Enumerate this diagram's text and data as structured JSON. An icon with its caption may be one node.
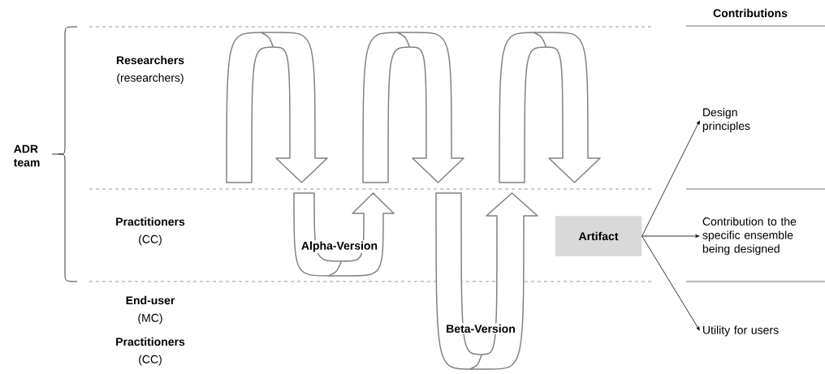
{
  "diagram": {
    "nodes": [
      {
        "text": [
          "Artifact"
        ]
      },
      {
        "text": [
          "Design principles"
        ]
      },
      {
        "text": [
          "Contribution to the specific ensemble being designed"
        ]
      },
      {
        "text": [
          "Utility for users"
        ]
      }
    ],
    "edges": [
      {
        "from": 0,
        "to": 1,
        "arrow": "to"
      },
      {
        "from": 0,
        "to": 2,
        "arrow": "to"
      },
      {
        "from": 0,
        "to": 3,
        "arrow": "to"
      }
    ],
    "labels": [
      "Contributions",
      "ADR team",
      "Researchers",
      "(researchers)",
      "Practitioners",
      "(CC)",
      "End-user",
      "(MC)",
      "Practitioners",
      "(CC)",
      "Alpha-Version",
      "Beta-Version"
    ]
  }
}
